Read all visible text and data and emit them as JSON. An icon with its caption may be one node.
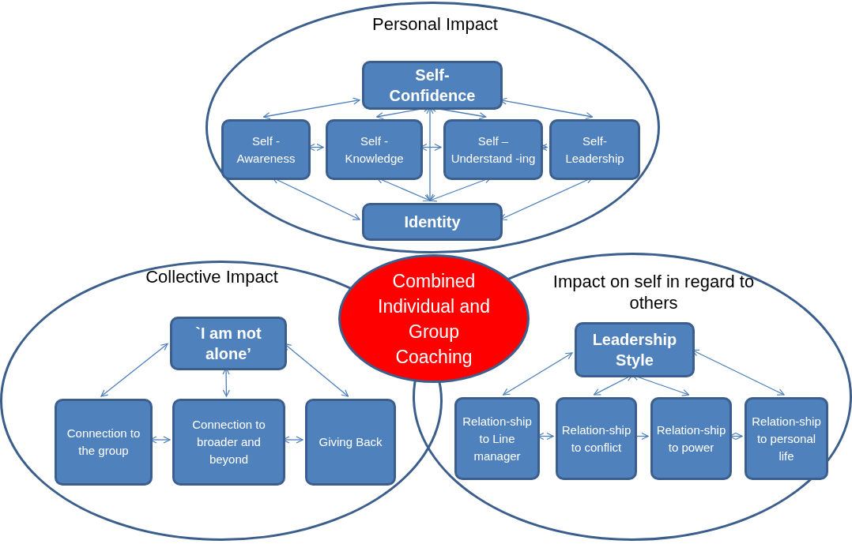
{
  "diagram": {
    "nodes": [
      {
        "text": [
          "Personal Impact"
        ]
      },
      {
        "text": [
          "Self- Confidence"
        ],
        "in": 0
      },
      {
        "text": [
          "Self - Awareness"
        ],
        "in": 0
      },
      {
        "text": [
          "Self - Knowledge"
        ],
        "in": 0
      },
      {
        "text": [
          "Self – Understand -ing"
        ],
        "in": 0
      },
      {
        "text": [
          "Self- Leadership"
        ],
        "in": 0
      },
      {
        "text": [
          "Identity"
        ],
        "in": 0
      },
      {
        "text": [
          "Collective Impact"
        ]
      },
      {
        "text": [
          "`I am not alone’"
        ],
        "in": 7
      },
      {
        "text": [
          "Connection to the group"
        ],
        "in": 7
      },
      {
        "text": [
          "Connection to broader and beyond"
        ],
        "in": 7
      },
      {
        "text": [
          "Giving Back"
        ],
        "in": 7
      },
      {
        "text": [
          "Impact on self in regard to others"
        ]
      },
      {
        "text": [
          "Leadership Style"
        ],
        "in": 12
      },
      {
        "text": [
          "Relation-ship to Line manager"
        ],
        "in": 12
      },
      {
        "text": [
          "Relation-ship to conflict"
        ],
        "in": 12
      },
      {
        "text": [
          "Relation-ship to power"
        ],
        "in": 12
      },
      {
        "text": [
          "Relation-ship to personal life"
        ],
        "in": 12
      },
      {
        "text": [
          "Combined Individual and Group Coaching"
        ]
      }
    ],
    "edges": [
      {
        "from": 2,
        "to": 1,
        "arrow": "both"
      },
      {
        "from": 3,
        "to": 1,
        "arrow": "both"
      },
      {
        "from": 1,
        "to": 4,
        "arrow": "both"
      },
      {
        "from": 1,
        "to": 5,
        "arrow": "both"
      },
      {
        "from": 1,
        "to": 6,
        "arrow": "both"
      },
      {
        "from": 2,
        "to": 3,
        "arrow": "both"
      },
      {
        "from": 3,
        "to": 4,
        "arrow": "both"
      },
      {
        "from": 4,
        "to": 5,
        "arrow": "both"
      },
      {
        "from": 2,
        "to": 6,
        "arrow": "both"
      },
      {
        "from": 3,
        "to": 6,
        "arrow": "both"
      },
      {
        "from": 4,
        "to": 6,
        "arrow": "both"
      },
      {
        "from": 5,
        "to": 6,
        "arrow": "both"
      },
      {
        "from": 8,
        "to": 9,
        "arrow": "both"
      },
      {
        "from": 8,
        "to": 10,
        "arrow": "both"
      },
      {
        "from": 8,
        "to": 11,
        "arrow": "both"
      },
      {
        "from": 9,
        "to": 10,
        "arrow": "both"
      },
      {
        "from": 10,
        "to": 11,
        "arrow": "both"
      },
      {
        "from": 13,
        "to": 14,
        "arrow": "both"
      },
      {
        "from": 13,
        "to": 15,
        "arrow": "both"
      },
      {
        "from": 13,
        "to": 16,
        "arrow": "both"
      },
      {
        "from": 13,
        "to": 17,
        "arrow": "both"
      },
      {
        "from": 14,
        "to": 15,
        "arrow": "both"
      },
      {
        "from": 15,
        "to": 16,
        "arrow": "to"
      },
      {
        "from": 16,
        "to": 17,
        "arrow": "both"
      }
    ]
  }
}
